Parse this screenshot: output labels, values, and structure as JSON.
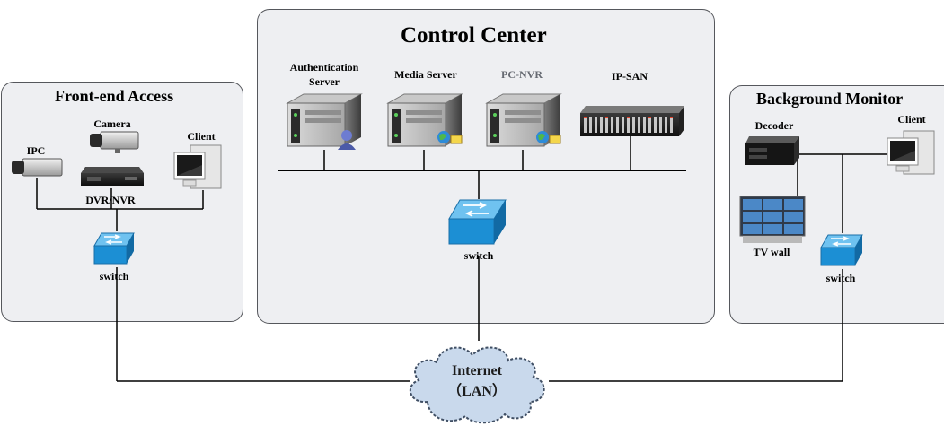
{
  "front_end": {
    "title": "Front-end Access",
    "ipc": "IPC",
    "camera": "Camera",
    "client": "Client",
    "dvr_nvr": "DVR/NVR",
    "switch": "switch"
  },
  "control_center": {
    "title": "Control Center",
    "auth_server_line1": "Authentication",
    "auth_server_line2": "Server",
    "media_server": "Media Server",
    "pc_nvr": "PC-NVR",
    "ip_san": "IP-SAN",
    "switch": "switch"
  },
  "background": {
    "title": "Background Monitor",
    "decoder": "Decoder",
    "client": "Client",
    "tv_wall": "TV wall",
    "switch": "switch"
  },
  "internet": {
    "line1": "Internet",
    "line2": "（LAN）"
  },
  "colors": {
    "panel_fill": "#eeeff2",
    "panel_border": "#55575c",
    "switch_blue": "#1c8fd4",
    "cloud_fill": "#c9d9ec",
    "line": "#000000"
  }
}
